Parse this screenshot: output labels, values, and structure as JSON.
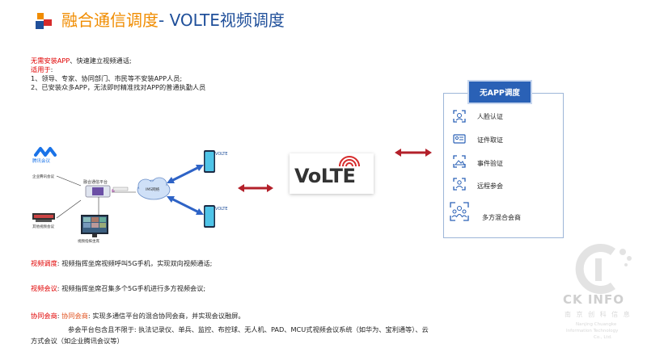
{
  "header": {
    "title_cn": "融合通信调度",
    "title_en": "- VOLTE视频调度"
  },
  "intro": {
    "line1_red": "无需安装APP",
    "line1_rest": "、快速建立视频通话;",
    "line2_red": "适用于",
    "line2_rest": ":",
    "line3": "1、领导、专家、协同部门、市民等不安装APP人员;",
    "line4": "2、已安装众多APP，无法即时精准找对APP的普通执勤人员"
  },
  "diagram": {
    "tencent_label": "腾讯会议",
    "enterprise_label": "企业腾讯会议",
    "other_label": "其他视频会议",
    "platform_label": "融合通信平台",
    "ims_label": "IMS网络",
    "video_label": "视频指挥坐席",
    "volte_top": "VOLTE",
    "volte_bottom": "VOLTE",
    "volte_logo": "VoLTE"
  },
  "panel": {
    "header": "无APP调度",
    "items": [
      {
        "label": "人脸认证",
        "icon": "face-scan-icon"
      },
      {
        "label": "证件取证",
        "icon": "id-card-icon"
      },
      {
        "label": "事件验证",
        "icon": "image-scan-icon"
      },
      {
        "label": "远程参会",
        "icon": "user-scan-icon"
      },
      {
        "label": "多方混合会商",
        "icon": "group-icon"
      }
    ]
  },
  "bottom": {
    "dispatch_label": "视频调度",
    "dispatch_text": ": 视频指挥坐席视频呼叫5G手机，实现双向视频通话;",
    "meeting_label": "视频会议",
    "meeting_text": ": 视频指挥坐席召集多个5G手机进行多方视频会议;",
    "consult_label1": "协同会商",
    "consult_colon": ": ",
    "consult_label2": "协同会商",
    "consult_text": ": 实现多通信平台的混合协同会商，并实现会议融屏。",
    "participants": "参会平台包含且不限于: 执法记录仪、单兵、监控、布控球、无人机、PAD、MCU式视频会议系统（如华为、宝利通等）、云",
    "participants2": "方式会议（如企业腾讯会议等）"
  },
  "watermark": {
    "brand": "CK INFO",
    "cn": "南 京 创 科 信 息",
    "en1": "Nanjing Chuangke",
    "en2": "Information Technology",
    "en3": "Co., Ltd."
  },
  "colors": {
    "orange": "#f08c00",
    "blue": "#1f4f9a",
    "red": "#e00000",
    "panel_blue": "#2a61b6"
  }
}
